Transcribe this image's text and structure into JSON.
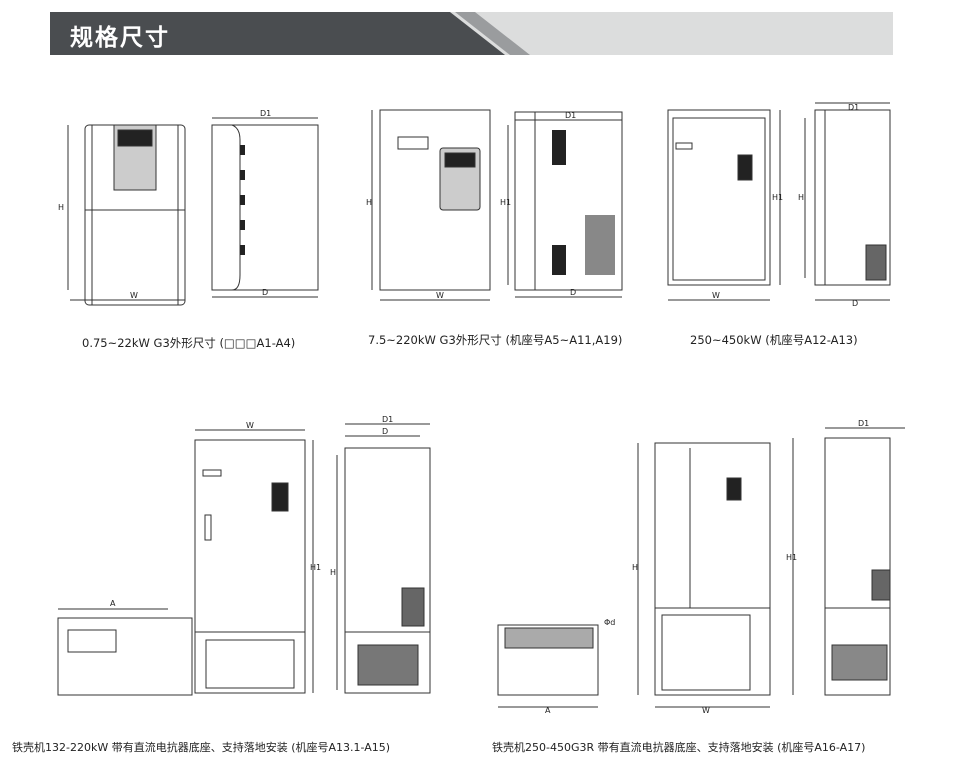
{
  "header": {
    "title": "规格尺寸",
    "bar_color": "#4a4d50",
    "light_color": "#dcdddd"
  },
  "captions": [
    "0.75~22kW G3外形尺寸 (□□□A1-A4)",
    "7.5~220kW G3外形尺寸 (机座号A5~A11,A19)",
    "250~450kW (机座号A12-A13)",
    "铁壳机132-220kW 带有直流电抗器底座、支持落地安装 (机座号A13.1-A15)",
    "铁壳机250-450G3R 带有直流电抗器底座、支持落地安装 (机座号A16-A17)"
  ],
  "dims": {
    "W": "W",
    "H": "H",
    "D": "D",
    "D1": "D1",
    "H1": "H1",
    "A": "A",
    "d": "Φd"
  }
}
